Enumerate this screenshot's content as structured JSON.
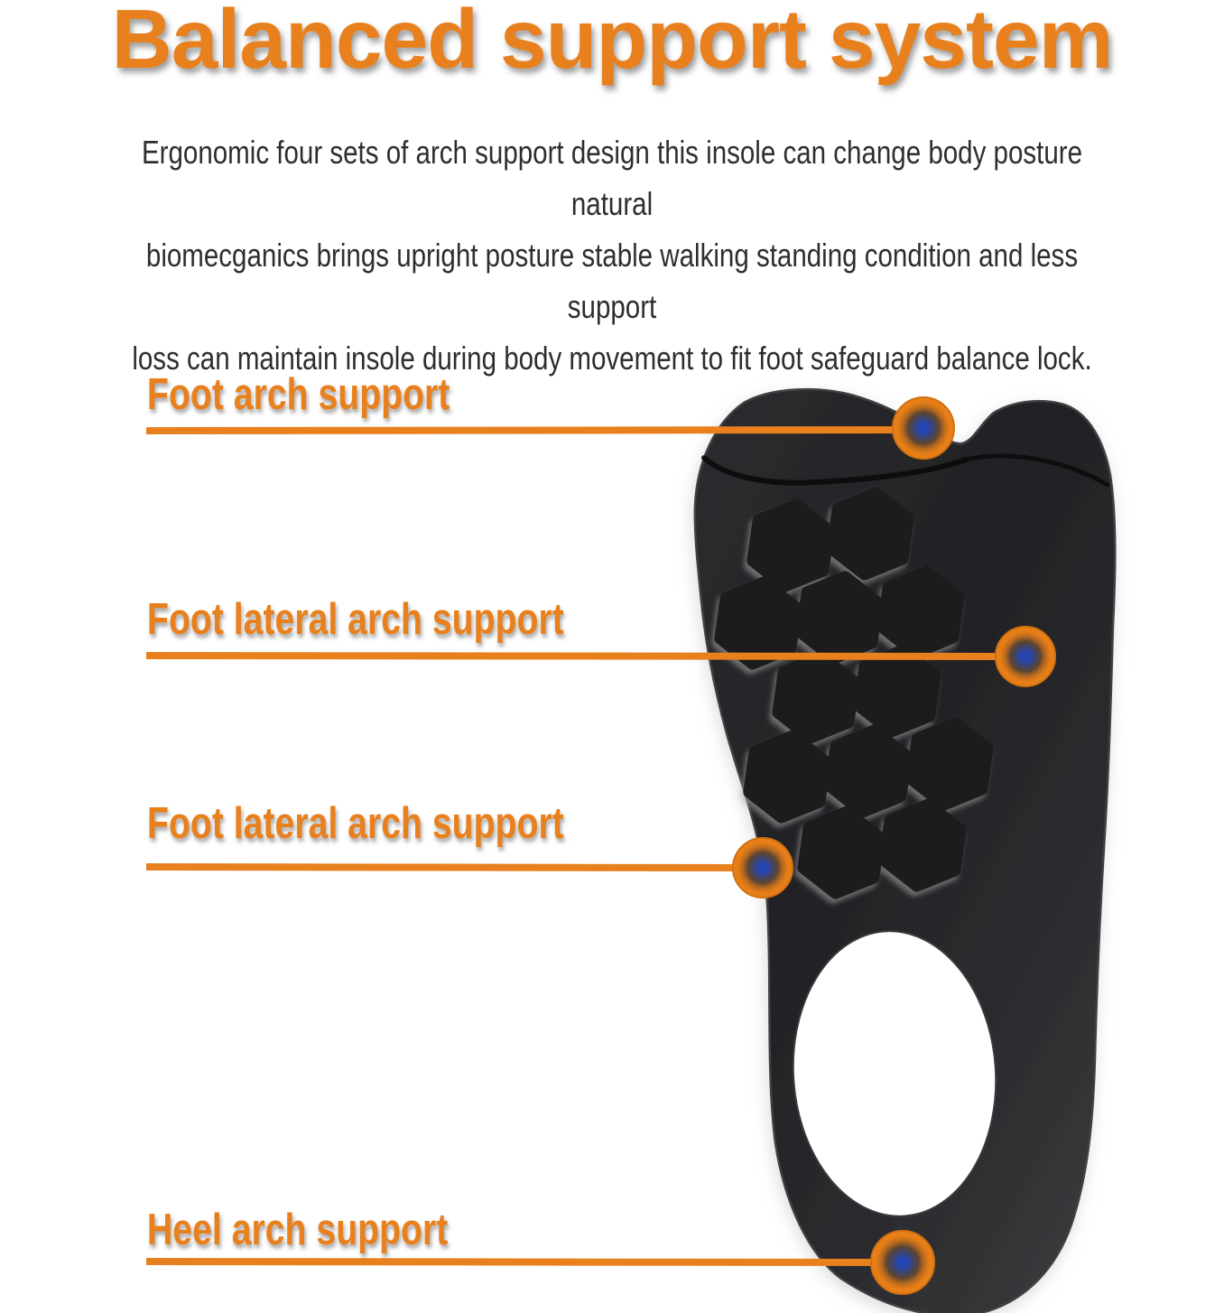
{
  "title": "Balanced support system",
  "description": {
    "line1": "Ergonomic four sets of arch support design this insole can change body posture natural",
    "line2": "biomecganics brings upright posture stable walking standing condition and less support",
    "line3": "loss can maintain insole during body movement to fit foot safeguard balance lock."
  },
  "callouts": [
    {
      "label": "Foot arch support"
    },
    {
      "label": "Foot lateral arch support"
    },
    {
      "label": "Foot lateral arch support"
    },
    {
      "label": "Heel arch support"
    }
  ],
  "illustration": {
    "subject": "three-quarter orthotic insole, top view, honeycomb cushioning pads and open heel ring",
    "support_points": 4
  },
  "colors": {
    "accent_orange": "#E8801E",
    "marker_core_blue": "#2444B0",
    "body_text": "#2E2E2E",
    "insole_dark": "#242427",
    "background": "#FFFFFF"
  }
}
